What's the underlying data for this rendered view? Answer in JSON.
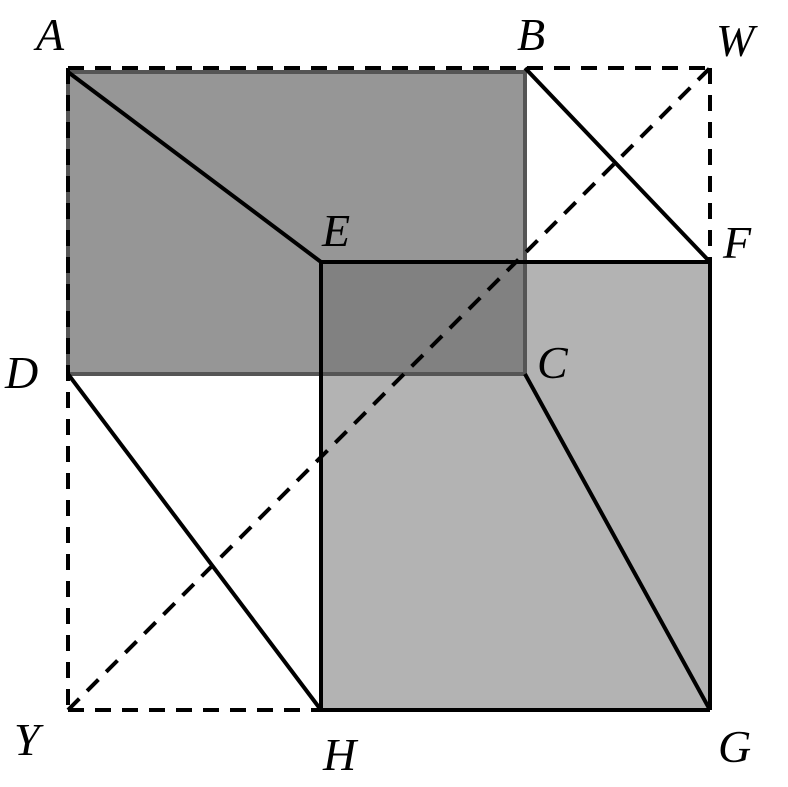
{
  "labels": {
    "A": "A",
    "B": "B",
    "W": "W",
    "E": "E",
    "F": "F",
    "D": "D",
    "C": "C",
    "Y": "Y",
    "H": "H",
    "G": "G"
  },
  "colors": {
    "square_abcd_fill": "#6e6e6e",
    "square_efgh_fill": "#a6a6a6",
    "stroke": "#000000",
    "background": "#ffffff"
  }
}
